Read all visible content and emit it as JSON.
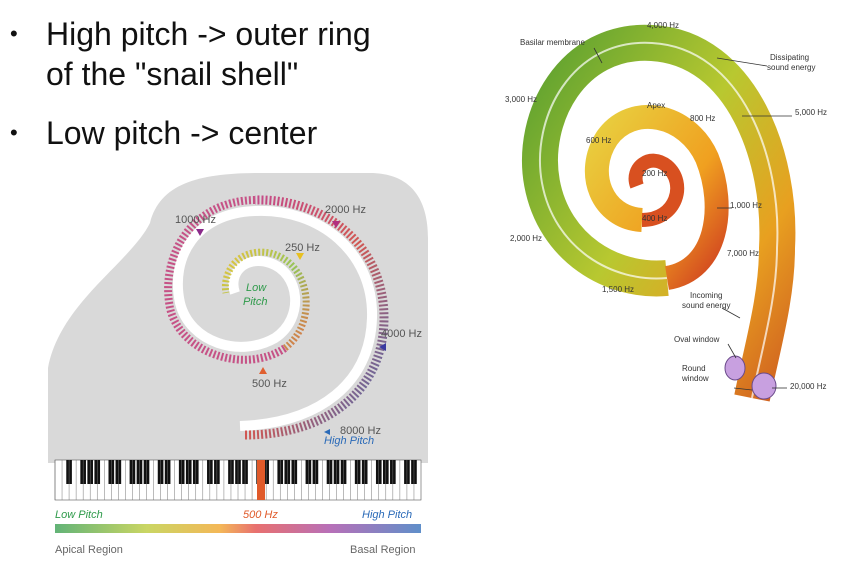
{
  "bullets": {
    "line1": "High pitch -> outer ring",
    "line1_cont": "of the \"snail shell\"",
    "line2": "Low pitch -> center"
  },
  "piano_figure": {
    "labels": {
      "hz_1000": "1000 Hz",
      "hz_2000": "2000 Hz",
      "hz_250": "250 Hz",
      "low_pitch_line1": "Low",
      "low_pitch_line2": "Pitch",
      "hz_4000": "4000 Hz",
      "hz_500": "500 Hz",
      "hz_8000": "8000 Hz",
      "high_pitch": "High Pitch"
    },
    "keyboard": {
      "low_pitch": "Low Pitch",
      "mid": "500 Hz",
      "high_pitch": "High Pitch",
      "apical": "Apical Region",
      "basal": "Basal Region"
    },
    "colors": {
      "low": "#2e9a4a",
      "mid": "#e05a2a",
      "high": "#2a6ab8",
      "piano": "#d9d9d9"
    }
  },
  "cochlea_figure": {
    "labels": {
      "hz_4000": "4,000 Hz",
      "basilar": "Basilar membrane",
      "dissipating_1": "Dissipating",
      "dissipating_2": "sound energy",
      "hz_5000": "5,000 Hz",
      "hz_3000": "3,000 Hz",
      "apex": "Apex",
      "hz_800": "800 Hz",
      "hz_600": "600 Hz",
      "hz_200": "200 Hz",
      "hz_400": "400 Hz",
      "hz_1000": "1,000 Hz",
      "hz_2000": "2,000 Hz",
      "hz_7000": "7,000 Hz",
      "hz_1500": "1,500 Hz",
      "incoming_1": "Incoming",
      "incoming_2": "sound energy",
      "oval": "Oval window",
      "round_1": "Round",
      "round_2": "window",
      "hz_20000": "20,000 Hz"
    }
  }
}
